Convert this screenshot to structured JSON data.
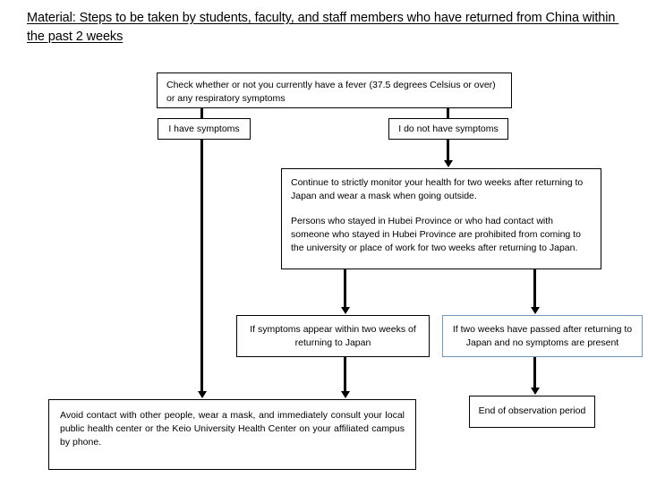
{
  "title": "Material: Steps to be taken by students, faculty, and staff members who have returned from China within the past 2 weeks",
  "colors": {
    "border_default": "#000000",
    "border_highlight": "#7396bf",
    "background": "#ffffff",
    "text": "#000000"
  },
  "flowchart": {
    "nodes": {
      "check": "Check whether or not you currently have a fever (37.5 degrees Celsius or over) or any respiratory symptoms",
      "have_symptoms": "I have symptoms",
      "no_symptoms": "I do not have symptoms",
      "monitor_para1": "Continue to strictly monitor your health for two weeks after returning to Japan and wear a mask when going outside.",
      "monitor_para2": "Persons who stayed in Hubei Province or who had contact with someone who stayed in Hubei Province are prohibited from coming to the university or place of work for two weeks after returning to Japan.",
      "symptoms_appear": "If symptoms appear within two weeks of returning to Japan",
      "two_weeks_passed": "If two weeks have passed after returning to Japan and no symptoms are present",
      "avoid_contact": "Avoid contact with other people, wear a mask, and immediately consult your local public health center or the Keio University Health Center on your affiliated campus by phone.",
      "end_observation": "End of observation period"
    }
  }
}
